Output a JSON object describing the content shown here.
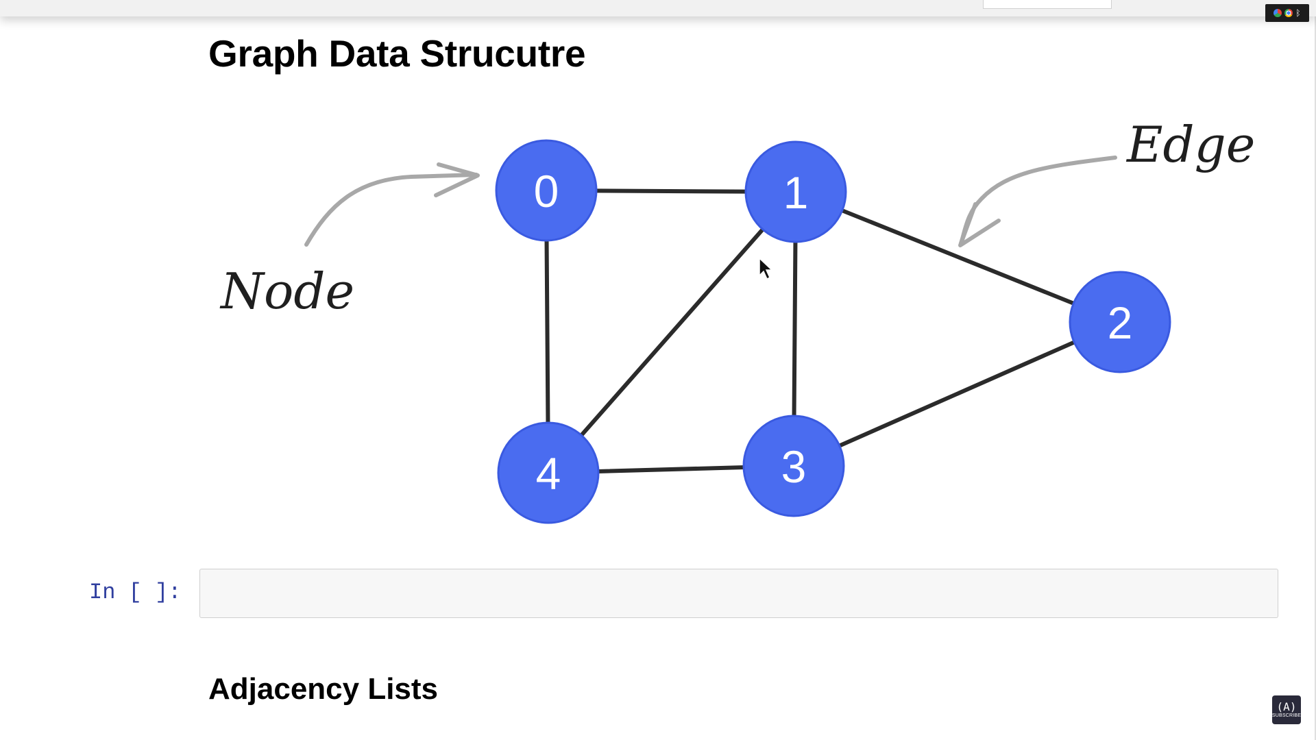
{
  "notebook": {
    "heading": "Graph Data Strucutre",
    "subheading": "Adjacency Lists",
    "cell_prompt": "In [ ]:",
    "cell_code": ""
  },
  "diagram": {
    "annotations": {
      "node_label": "Node",
      "edge_label": "Edge"
    },
    "nodes": [
      {
        "id": 0,
        "label": "0"
      },
      {
        "id": 1,
        "label": "1"
      },
      {
        "id": 2,
        "label": "2"
      },
      {
        "id": 3,
        "label": "3"
      },
      {
        "id": 4,
        "label": "4"
      }
    ],
    "edges": [
      {
        "from": 0,
        "to": 1
      },
      {
        "from": 0,
        "to": 4
      },
      {
        "from": 1,
        "to": 4
      },
      {
        "from": 1,
        "to": 3
      },
      {
        "from": 1,
        "to": 2
      },
      {
        "from": 2,
        "to": 3
      },
      {
        "from": 3,
        "to": 4
      }
    ],
    "node_color": "#4a6cf0",
    "edge_color": "#2b2b2b",
    "arrow_color": "#a0a0a0"
  },
  "overlay": {
    "badge_glyph": "(A)",
    "badge_text": "SUBSCRIBE",
    "cursor_icon": "mouse-pointer-icon"
  }
}
